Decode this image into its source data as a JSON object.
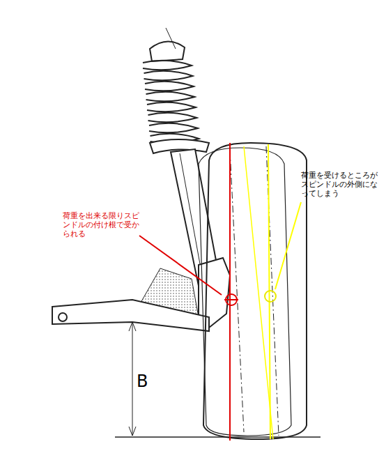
{
  "diagram": {
    "labels": [
      "荷重を受けるところがスピンドルの外側になってしまう",
      "荷重を出来る限りスピンドルの付け根で受かられる",
      "B"
    ]
  }
}
